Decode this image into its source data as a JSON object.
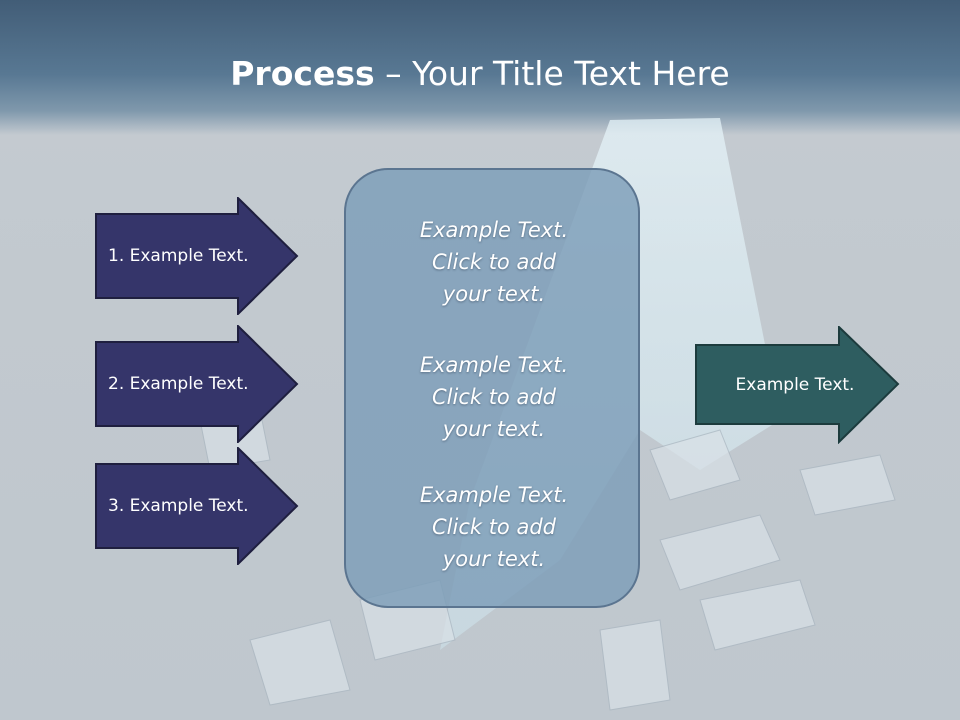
{
  "slide": {
    "title_bold": "Process",
    "title_rest": " – Your Title Text Here"
  },
  "inputs": [
    {
      "label": "1. Example Text."
    },
    {
      "label": "2. Example Text."
    },
    {
      "label": "3. Example Text."
    }
  ],
  "center_box": {
    "items": [
      {
        "line1": "Example Text.",
        "line2": "Click  to add",
        "line3": "your text."
      },
      {
        "line1": "Example Text.",
        "line2": "Click  to add",
        "line3": "your text."
      },
      {
        "line1": "Example Text.",
        "line2": "Click  to add",
        "line3": "your text."
      }
    ]
  },
  "output": {
    "label": "Example Text."
  },
  "colors": {
    "input_arrow_fill": "#35356a",
    "output_arrow_fill": "#2e5d60",
    "center_box_fill": "#7c9db8",
    "header": "#4a6782"
  }
}
